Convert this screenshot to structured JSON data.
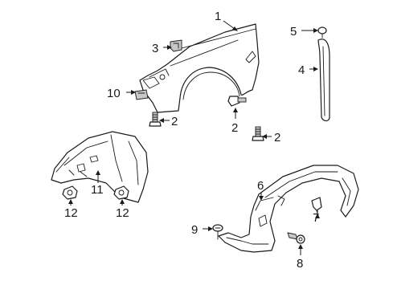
{
  "callouts": {
    "c1": "1",
    "c2a": "2",
    "c2b": "2",
    "c2c": "2",
    "c3": "3",
    "c4": "4",
    "c5": "5",
    "c6": "6",
    "c7": "7",
    "c8": "8",
    "c9": "9",
    "c10": "10",
    "c11": "11",
    "c12a": "12",
    "c12b": "12"
  }
}
